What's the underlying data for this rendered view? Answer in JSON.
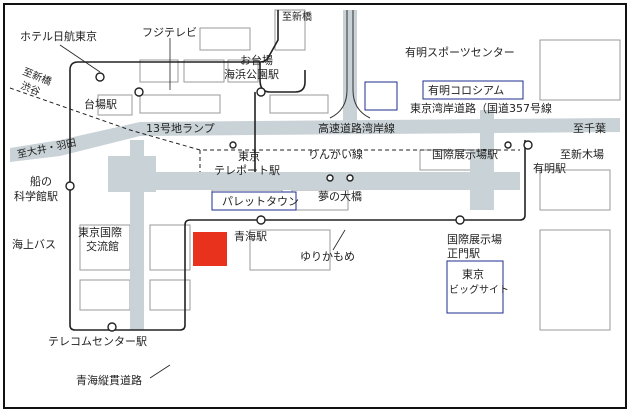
{
  "colors": {
    "road": "#c9d2d6",
    "rail": "#222222",
    "highlight": "#e8321e",
    "box_border": "#1c2e8f",
    "frame": "#111111"
  },
  "labels": {
    "hotel_nikko": "ホテル日航東京",
    "fuji_tv": "フジテレビ",
    "shi_shinbashi": "至新橋",
    "odaiba_kaihinkoen": "お台場海浜公園駅",
    "odaiba_line1": "お台場",
    "odaiba_line2": "海浜公園駅",
    "shi_shinbashi_shibuya1": "至新橋",
    "shi_shinbashi_shibuya2": "渋谷",
    "daiba_station": "台場駅",
    "ariake_sports": "有明スポーツセンター",
    "ariake_coliseum": "有明コロシアム",
    "wangan_road": "東京湾岸道路（国道357号線",
    "ramp_13": "13号地ランプ",
    "expressway": "高速道路湾岸線",
    "shi_chiba": "至千葉",
    "shi_oi_haneda": "至大井・羽田",
    "rinkai_line": "りんかい線",
    "tokyo_teleport1": "東京",
    "tokyo_teleport2": "テレポート駅",
    "kokusai_tenjijo": "国際展示場駅",
    "shi_shinkiba": "至新木場",
    "ariake_station": "有明駅",
    "funeno1": "船の",
    "funeno2": "科学館駅",
    "palette_town": "パレットタウン",
    "yume_ohashi": "夢の大橋",
    "kaijo_bus": "海上バス",
    "tokyo_kokusai1": "東京国際",
    "tokyo_kokusai2": "交流館",
    "aomi_station": "青海駅",
    "yurikamome": "ゆりかもめ",
    "kokusai_seimon1": "国際展示場",
    "kokusai_seimon2": "正門駅",
    "big_sight1": "東京",
    "big_sight2": "ビッグサイト",
    "telecom_center": "テレコムセンター駅",
    "aomi_jukan": "青海縦貫道路"
  }
}
